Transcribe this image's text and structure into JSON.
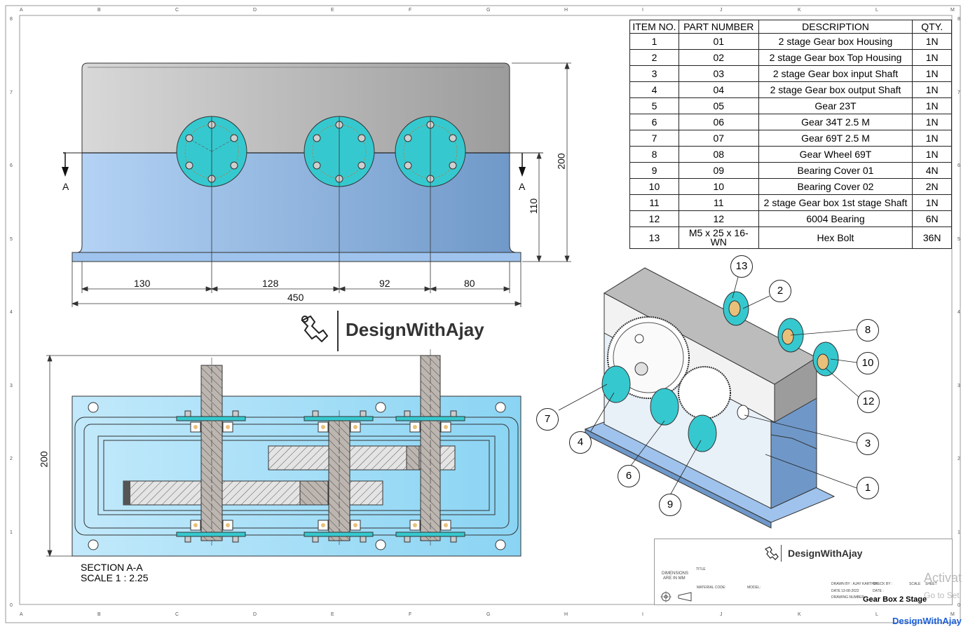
{
  "border": {
    "columns": [
      "A",
      "B",
      "C",
      "D",
      "E",
      "F",
      "G",
      "H",
      "I",
      "J",
      "K",
      "L",
      "M"
    ],
    "rows": [
      "8",
      "7",
      "6",
      "5",
      "4",
      "3",
      "2",
      "1",
      "0"
    ]
  },
  "bom": {
    "headers": [
      "ITEM NO.",
      "PART NUMBER",
      "DESCRIPTION",
      "QTY."
    ],
    "rows": [
      [
        "1",
        "01",
        "2 stage Gear box Housing",
        "1N"
      ],
      [
        "2",
        "02",
        "2 stage Gear box Top Housing",
        "1N"
      ],
      [
        "3",
        "03",
        "2 stage Gear box input Shaft",
        "1N"
      ],
      [
        "4",
        "04",
        "2 stage Gear box output Shaft",
        "1N"
      ],
      [
        "5",
        "05",
        "Gear 23T",
        "1N"
      ],
      [
        "6",
        "06",
        "Gear 34T 2.5 M",
        "1N"
      ],
      [
        "7",
        "07",
        "Gear 69T 2.5 M",
        "1N"
      ],
      [
        "8",
        "08",
        "Gear Wheel 69T",
        "1N"
      ],
      [
        "9",
        "09",
        "Bearing Cover 01",
        "4N"
      ],
      [
        "10",
        "10",
        "Bearing Cover 02",
        "2N"
      ],
      [
        "11",
        "11",
        "2 stage Gear box 1st stage Shaft",
        "1N"
      ],
      [
        "12",
        "12",
        "6004 Bearing",
        "6N"
      ],
      [
        "13",
        "M5 x 25 x 16-WN",
        "Hex Bolt",
        "36N"
      ]
    ]
  },
  "front_view": {
    "dims": {
      "d130": "130",
      "d128": "128",
      "d92": "92",
      "d80": "80",
      "total": "450",
      "height": "200",
      "mid": "110"
    },
    "section_marker": "A"
  },
  "section": {
    "height_dim": "200",
    "label_line1": "SECTION A-A",
    "label_line2": "SCALE 1 : 2.25"
  },
  "brand": {
    "name": "DesignWithAjay"
  },
  "balloons": [
    "13",
    "2",
    "8",
    "10",
    "12",
    "3",
    "1",
    "9",
    "6",
    "4",
    "7"
  ],
  "title_block": {
    "dimensions_note_1": "DIMENSIONS",
    "dimensions_note_2": "ARE IN MM",
    "title_label": "TITLE",
    "drawn_by": "DRAWN BY : AJAY KARTHIK",
    "checked_by": "CHECK BY :",
    "date_label": "DATE",
    "date_value": "13-08-2022",
    "date2_label": "DATE :",
    "drawing_number_label": "DRAWING NUMBER",
    "drawing_title": "Gear Box 2 Stage",
    "material": "MATERIAL CODE:",
    "model": "MODEL:",
    "scale": "SCALE",
    "sheet": "SHEET"
  },
  "watermark": {
    "line1": "Activat",
    "line2": "Go to Set"
  },
  "footer_brand": "DesignWithAjay",
  "colors": {
    "housing_blue": "#8fb4e0",
    "cover_cyan": "#35c9cf",
    "top_grey": "#b7b7b7",
    "section_fill": "#aee6f7"
  }
}
